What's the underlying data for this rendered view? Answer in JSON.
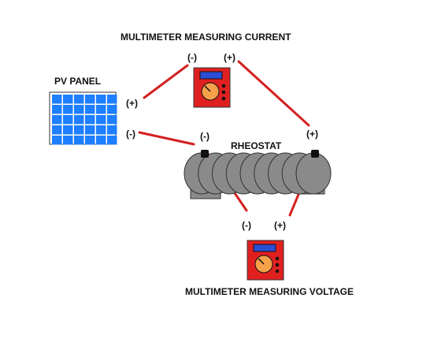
{
  "labels": {
    "current_title": "MULTIMETER MEASURING CURRENT",
    "pv_panel": "PV PANEL",
    "rheostat": "RHEOSTAT",
    "voltage_title": "MULTIMETER MEASURING VOLTAGE"
  },
  "polarity": {
    "neg": "(-)",
    "pos": "(+)"
  },
  "colors": {
    "wire": "#d42020",
    "multimeter_body": "#e02020",
    "multimeter_display": "#2a4fd6",
    "dial": "#f7a04a",
    "pv_cell": "#1e7fff",
    "rheostat": "#8a8a8a"
  },
  "icons": {
    "current_meter": "multimeter-icon",
    "voltage_meter": "multimeter-icon",
    "pv_panel": "solar-panel-icon",
    "rheostat": "rheostat-icon"
  }
}
